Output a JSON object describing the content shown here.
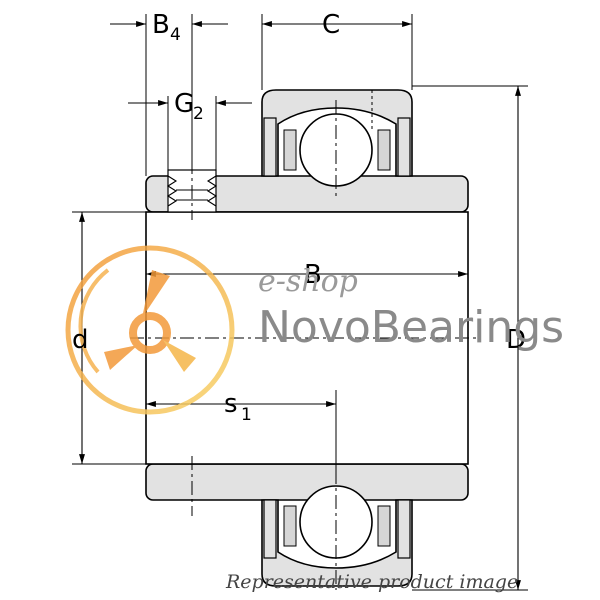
{
  "dimensions": {
    "B4": {
      "main": "B",
      "sub": "4"
    },
    "G2": {
      "main": "G",
      "sub": "2"
    },
    "C": "C",
    "B": "B",
    "d": "d",
    "D": "D",
    "s1": {
      "main": "s",
      "sub": "1"
    }
  },
  "watermark": {
    "small": "e-shop",
    "brand": "NovoBearings"
  },
  "caption": "Representative product image",
  "colors": {
    "part_fill": "#e2e2e2",
    "outline": "#000000",
    "logo_orange": "#f39a3a",
    "logo_yellow": "#f7c84a",
    "watermark_gray": "#8a8a8a"
  }
}
